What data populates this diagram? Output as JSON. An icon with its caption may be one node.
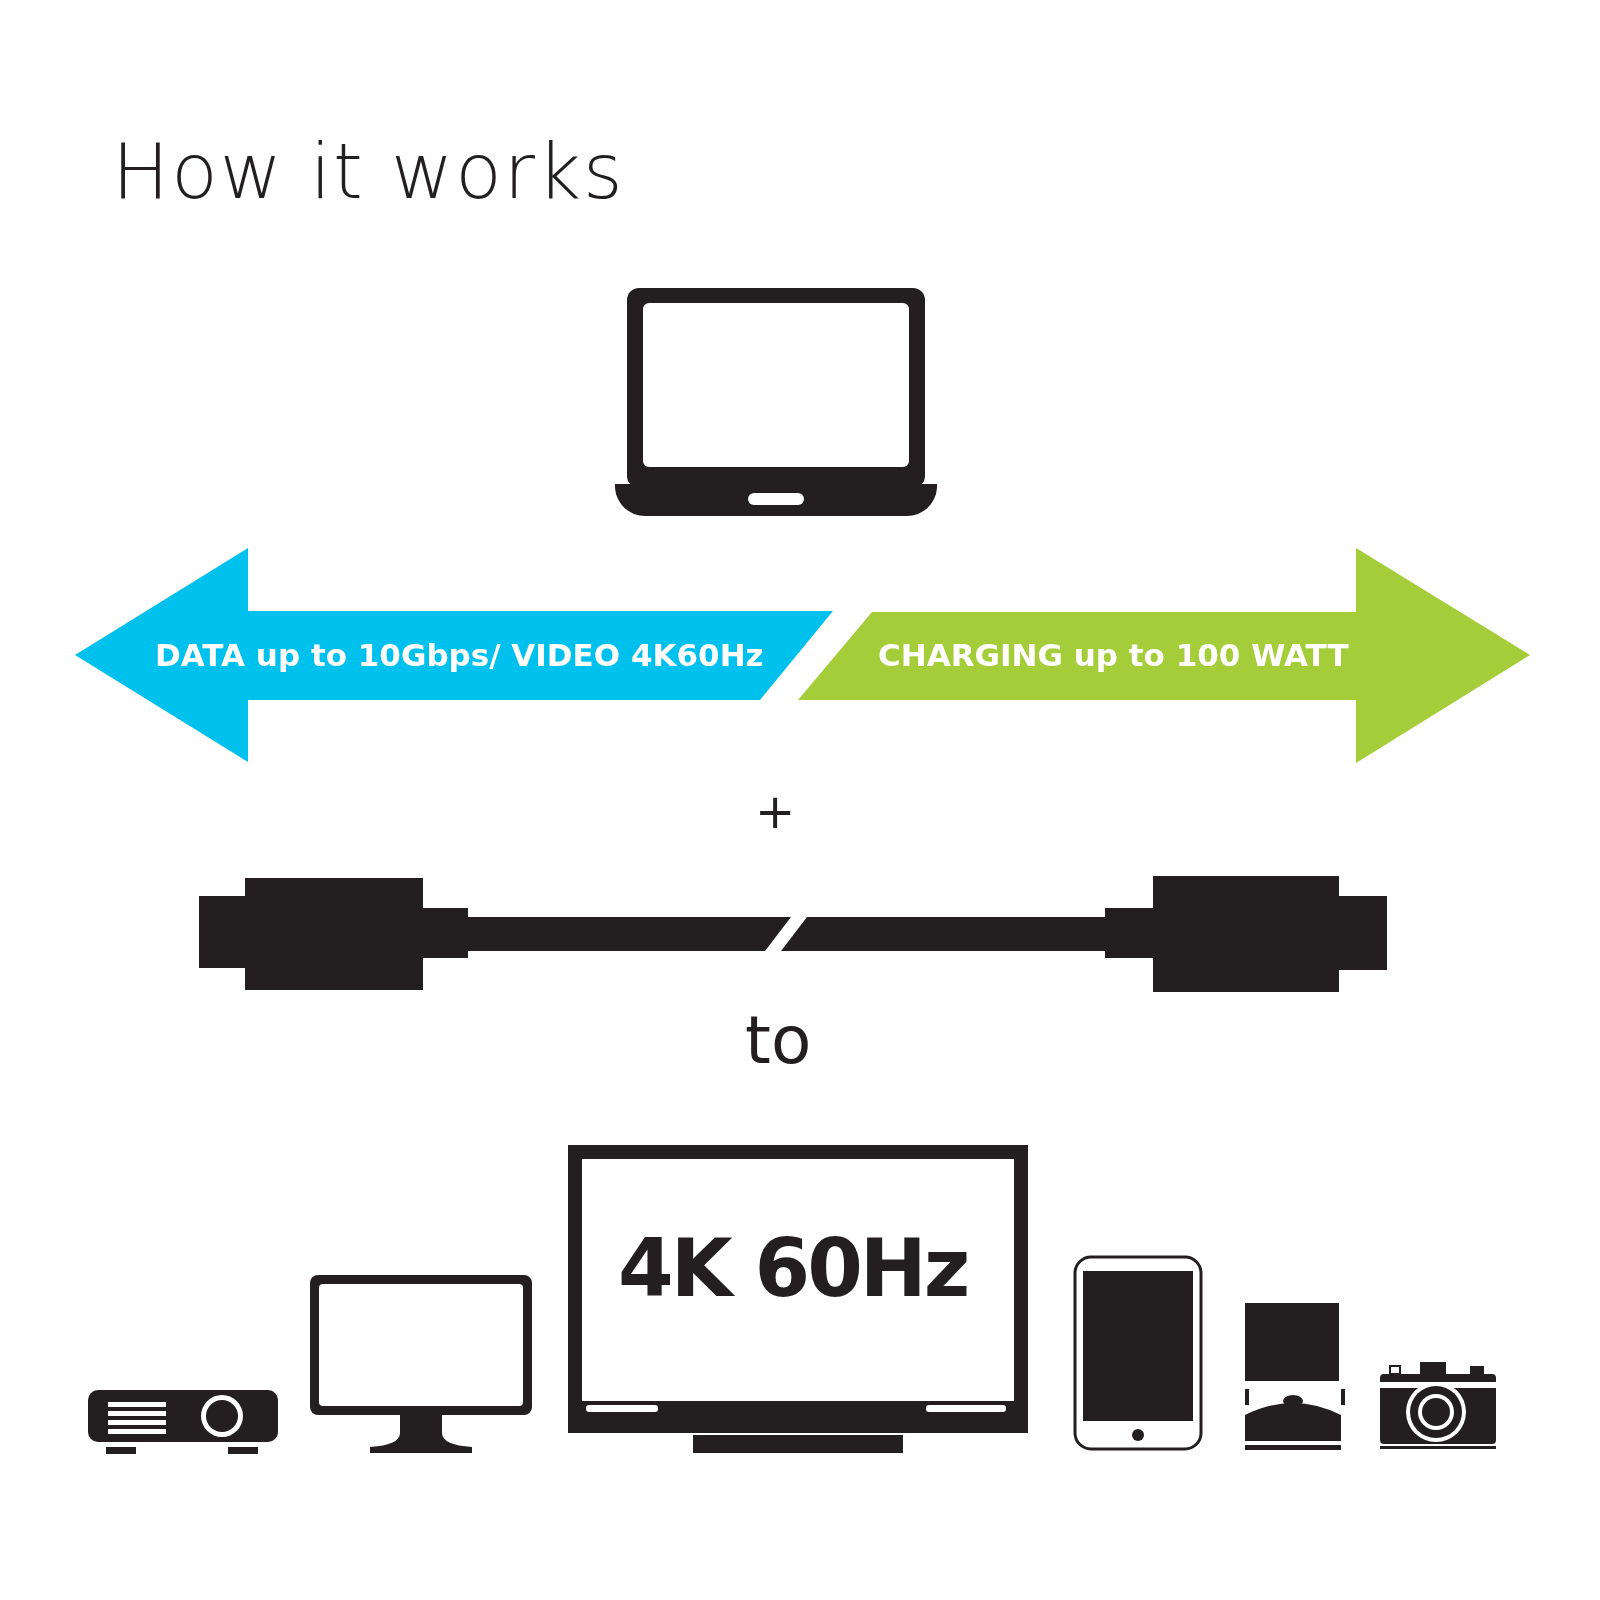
{
  "diagram": {
    "title": "How it works",
    "nodes": [
      {
        "text": [
          "DATA up to 10Gbps/ VIDEO 4K60Hz"
        ]
      },
      {
        "text": [
          "CHARGING up to 100 WATT"
        ]
      },
      {
        "text": [
          "4K 60Hz"
        ]
      }
    ],
    "labels": [
      "+",
      "to"
    ]
  }
}
